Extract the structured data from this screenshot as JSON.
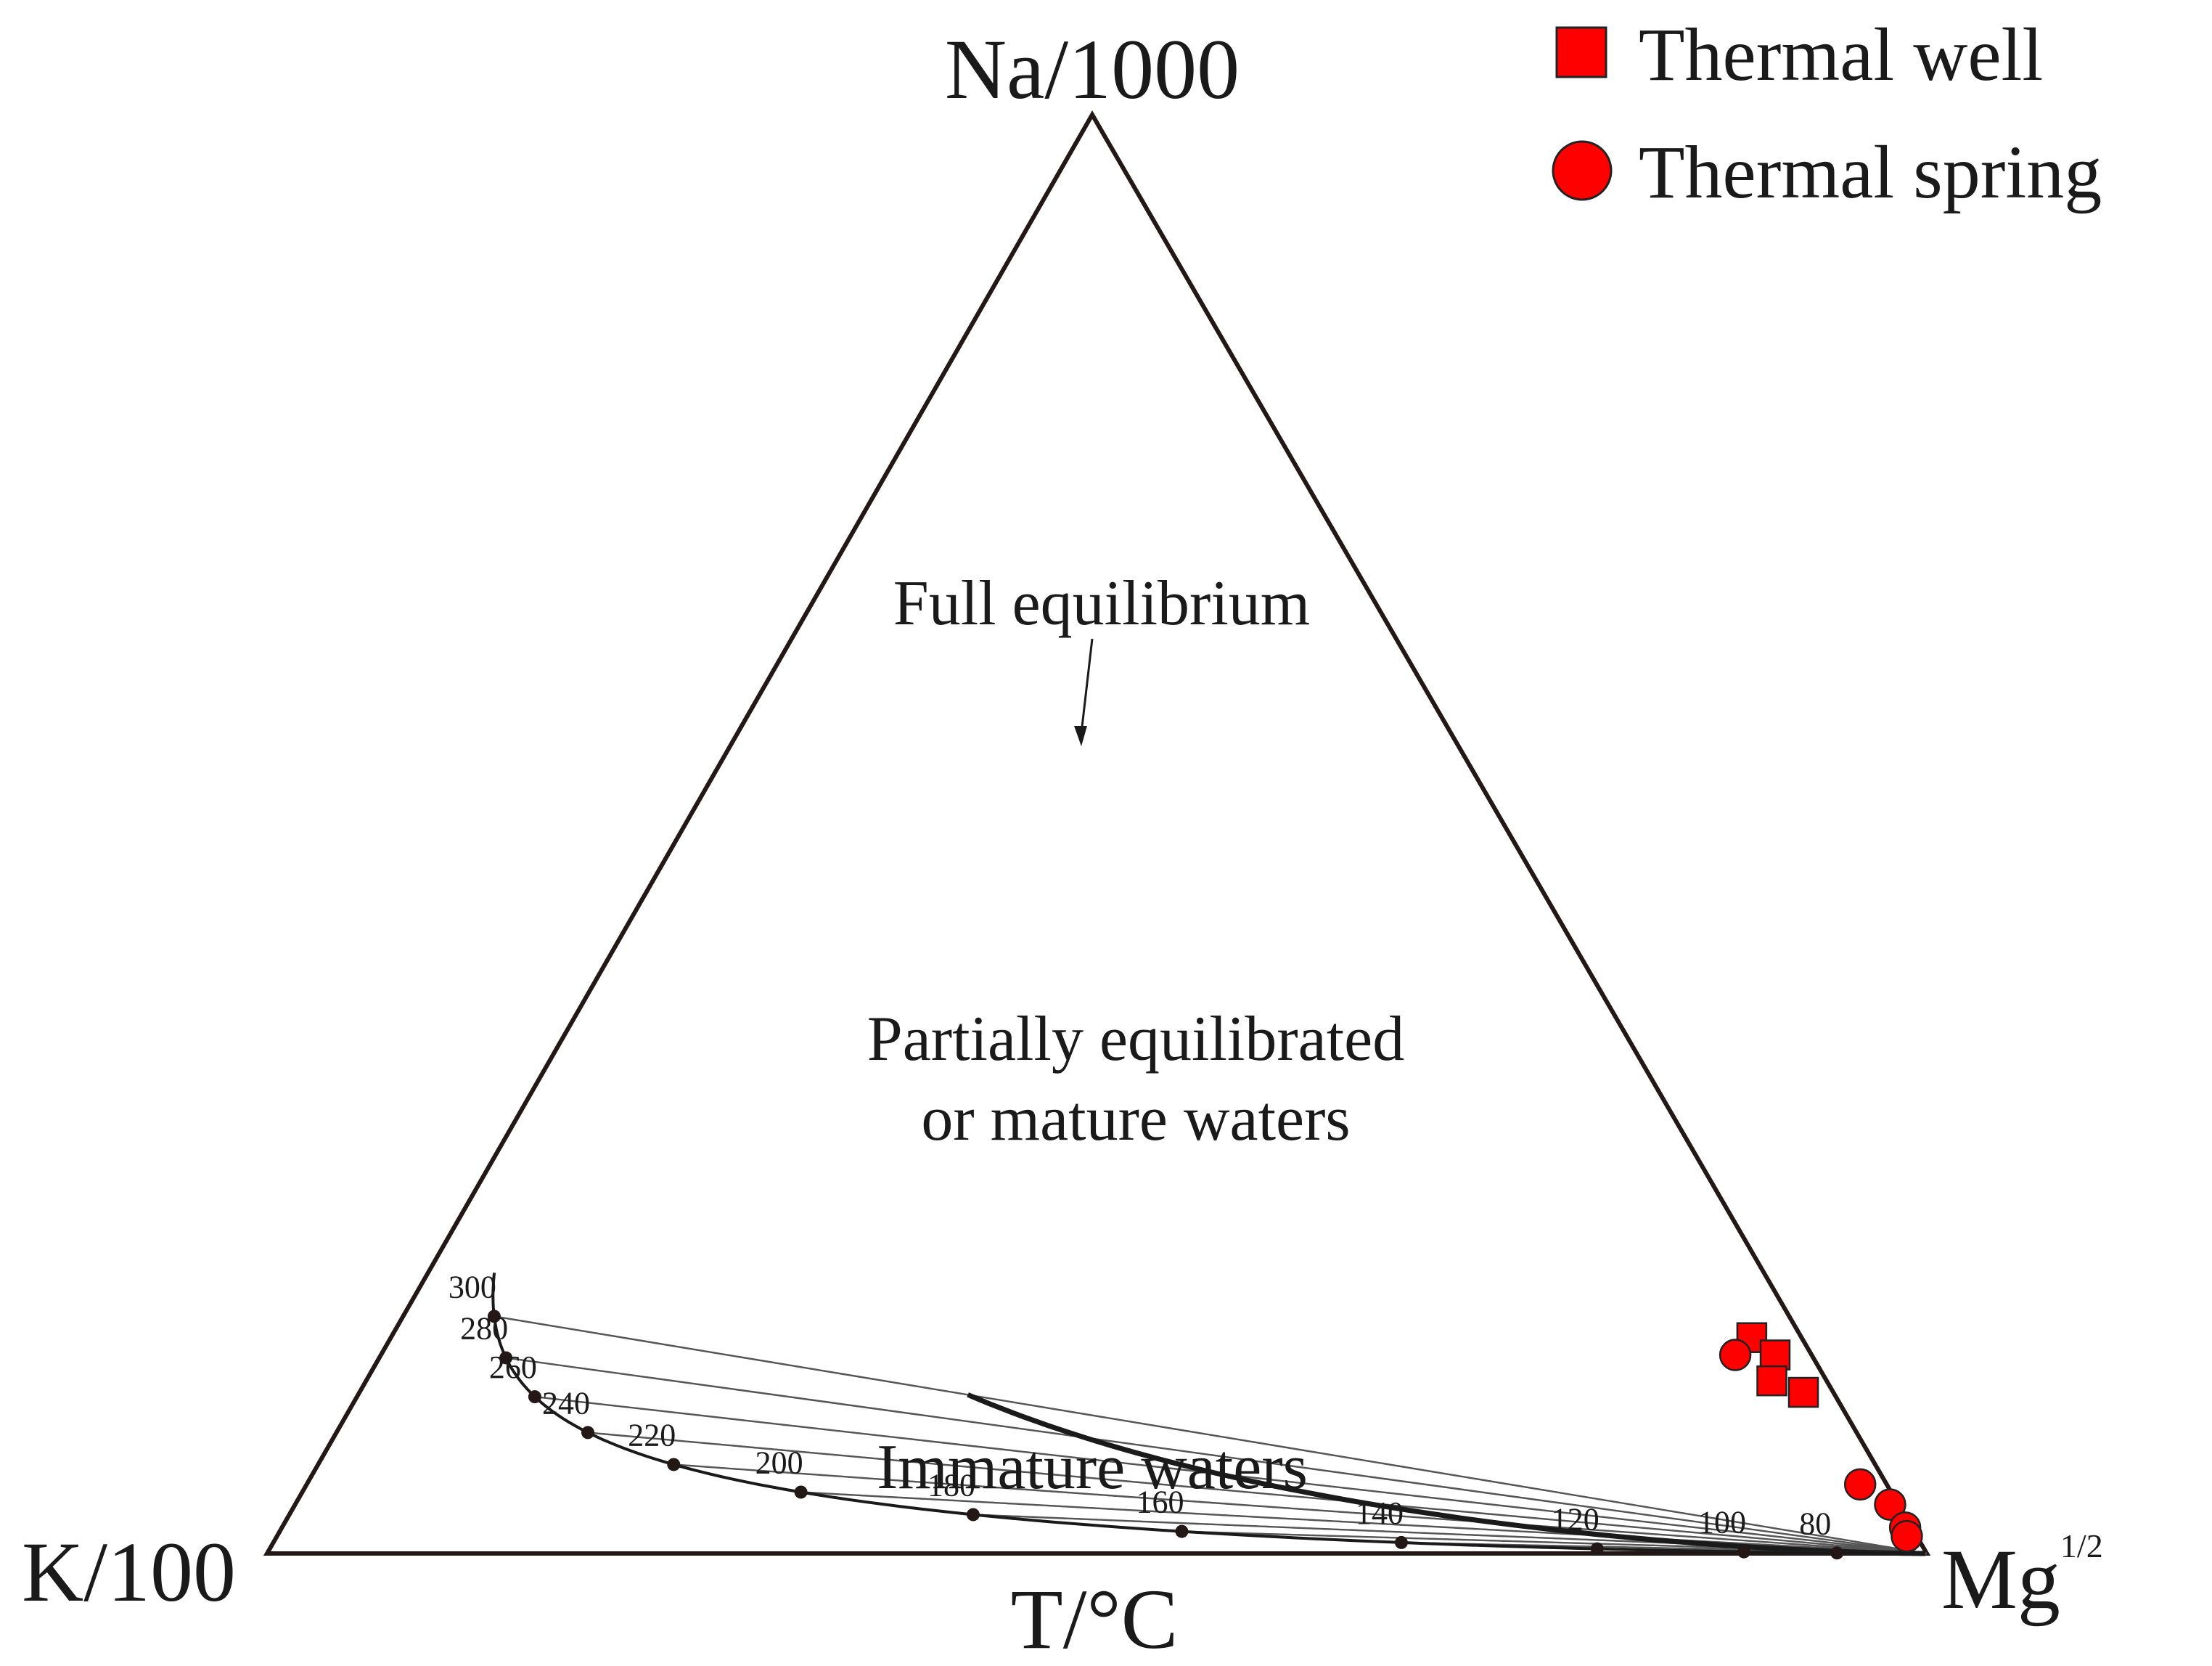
{
  "chart_data": {
    "type": "scatter",
    "diagram": "ternary",
    "vertices": {
      "top": "Na/1000",
      "left": "K/100",
      "right_base": "Mg",
      "right_sup": "1/2"
    },
    "xlabel": "T/°C",
    "regions": [
      "Full equilibrium",
      "Partially equilibrated",
      "or mature waters",
      "Immature waters"
    ],
    "equilibrium_temperatures": [
      {
        "label": "300",
        "t": 300
      },
      {
        "label": "280",
        "t": 280
      },
      {
        "label": "260",
        "t": 260
      },
      {
        "label": "240",
        "t": 240
      },
      {
        "label": "220",
        "t": 220
      },
      {
        "label": "200",
        "t": 200
      },
      {
        "label": "180",
        "t": 180
      },
      {
        "label": "160",
        "t": 160
      },
      {
        "label": "140",
        "t": 140
      },
      {
        "label": "120",
        "t": 120
      },
      {
        "label": "100",
        "t": 100
      },
      {
        "label": "80",
        "t": 80
      }
    ],
    "series": [
      {
        "name": "Thermal well",
        "marker": "square",
        "color": "#ff0000",
        "points": [
          {
            "na": 15.0,
            "k": 3.0,
            "mg": 82.0
          },
          {
            "na": 13.8,
            "k": 2.2,
            "mg": 84.0
          },
          {
            "na": 12.0,
            "k": 3.3,
            "mg": 84.7
          },
          {
            "na": 11.2,
            "k": 1.8,
            "mg": 87.0
          }
        ]
      },
      {
        "name": "Thermal spring",
        "marker": "circle",
        "color": "#ff0000",
        "points": [
          {
            "na": 13.8,
            "k": 4.6,
            "mg": 81.6
          },
          {
            "na": 4.8,
            "k": 1.6,
            "mg": 93.6
          },
          {
            "na": 3.4,
            "k": 0.5,
            "mg": 96.1
          },
          {
            "na": 1.8,
            "k": 0.4,
            "mg": 97.8
          },
          {
            "na": 1.2,
            "k": 0.6,
            "mg": 98.2
          }
        ]
      }
    ]
  }
}
